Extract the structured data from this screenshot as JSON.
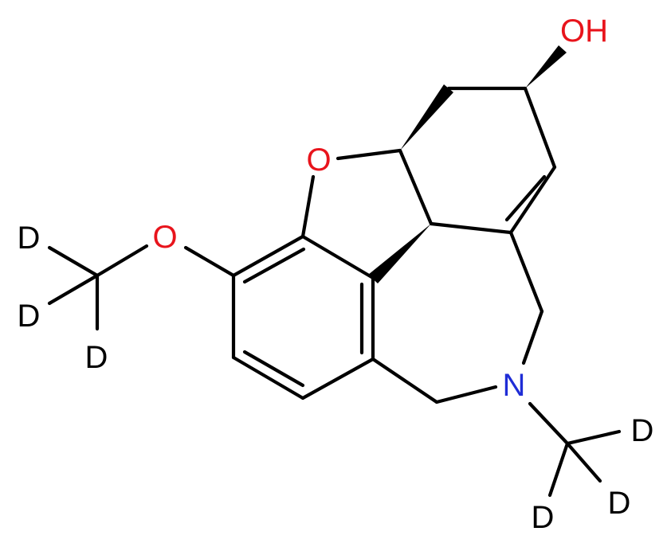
{
  "colors": {
    "bond": "#000000",
    "oxygen": "#e8141c",
    "nitrogen": "#1f2dd6",
    "deuterium": "#000000",
    "background": "#ffffff"
  },
  "atoms": {
    "hydroxyl": "OH",
    "ring_oxygen": "O",
    "ether_oxygen": "O",
    "nitrogen": "N",
    "deuterium_1": "D",
    "deuterium_2": "D",
    "deuterium_3": "D",
    "deuterium_4": "D",
    "deuterium_5": "D",
    "deuterium_6": "D"
  }
}
